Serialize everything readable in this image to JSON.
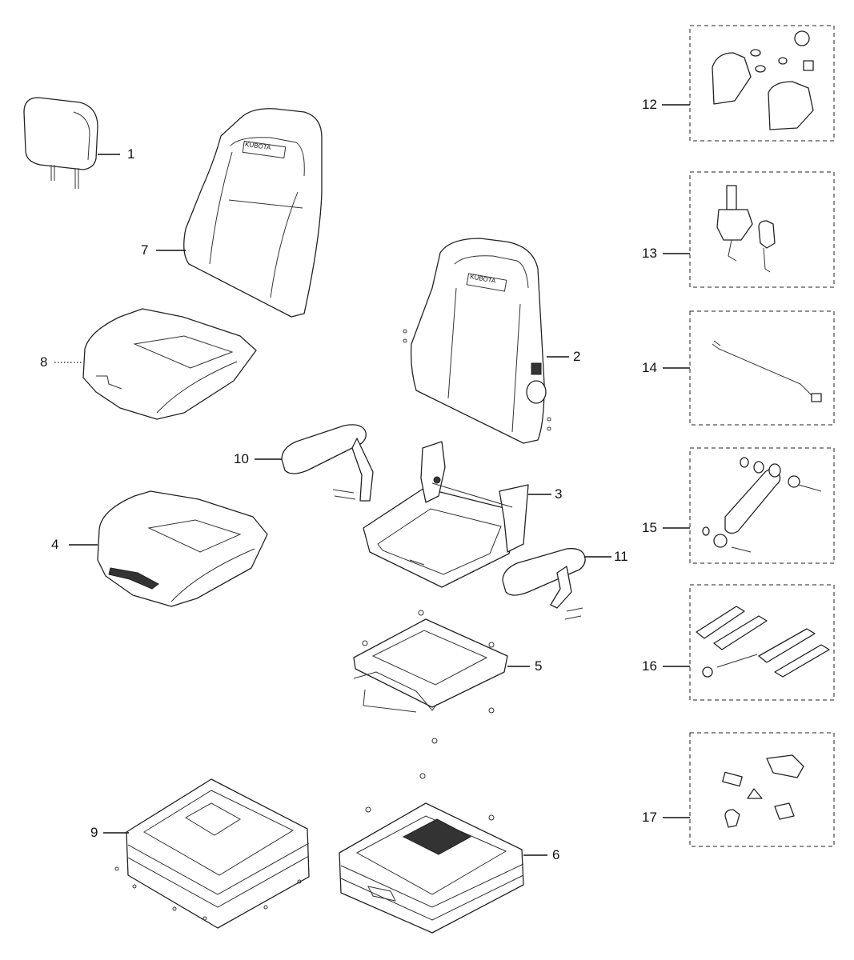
{
  "diagram": {
    "callouts": [
      {
        "id": "1",
        "label": "1"
      },
      {
        "id": "2",
        "label": "2"
      },
      {
        "id": "3",
        "label": "3"
      },
      {
        "id": "4",
        "label": "4"
      },
      {
        "id": "5",
        "label": "5"
      },
      {
        "id": "6",
        "label": "6"
      },
      {
        "id": "7",
        "label": "7"
      },
      {
        "id": "8",
        "label": "8"
      },
      {
        "id": "9",
        "label": "9"
      },
      {
        "id": "10",
        "label": "10"
      },
      {
        "id": "11",
        "label": "11"
      },
      {
        "id": "12",
        "label": "12"
      },
      {
        "id": "13",
        "label": "13"
      },
      {
        "id": "14",
        "label": "14"
      },
      {
        "id": "15",
        "label": "15"
      },
      {
        "id": "16",
        "label": "16"
      },
      {
        "id": "17",
        "label": "17"
      }
    ],
    "backrest_brand_text": "KUBOTA",
    "colors": {
      "line": "#222222",
      "background": "#ffffff"
    }
  }
}
